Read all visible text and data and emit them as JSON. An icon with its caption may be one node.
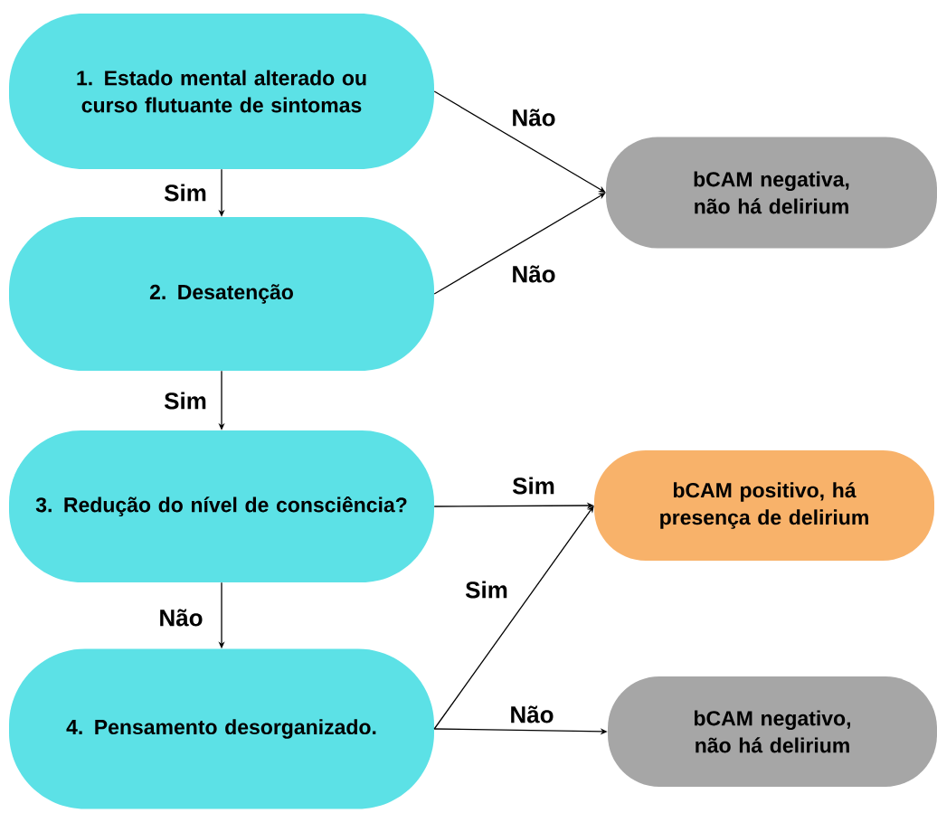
{
  "diagram": {
    "nodes": [
      {
        "text": [
          "1. Estado mental alterado ou curso flutuante de sintomas"
        ]
      },
      {
        "text": [
          "2. Desatenção"
        ]
      },
      {
        "text": [
          "3. Redução do nível de consciência?"
        ]
      },
      {
        "text": [
          "4. Pensamento desorganizado."
        ]
      },
      {
        "text": [
          "bCAM negativa, não há delirium"
        ]
      },
      {
        "text": [
          "bCAM positivo, há presença de delirium"
        ]
      },
      {
        "text": [
          "bCAM negativo, não há delirium"
        ]
      }
    ],
    "edges": [
      {
        "from": 0,
        "to": 1,
        "arrow": "to",
        "label": "Sim"
      },
      {
        "from": 0,
        "to": 4,
        "arrow": "to",
        "label": "Não"
      },
      {
        "from": 1,
        "to": 4,
        "arrow": "to",
        "label": "Não"
      },
      {
        "from": 1,
        "to": 2,
        "arrow": "to",
        "label": "Sim"
      },
      {
        "from": 2,
        "to": 5,
        "arrow": "to",
        "label": "Sim"
      },
      {
        "from": 2,
        "to": 3,
        "arrow": "to",
        "label": "Não"
      },
      {
        "from": 3,
        "to": 5,
        "arrow": "to",
        "label": "Sim"
      },
      {
        "from": 3,
        "to": 6,
        "arrow": "to",
        "label": "Não"
      }
    ]
  }
}
